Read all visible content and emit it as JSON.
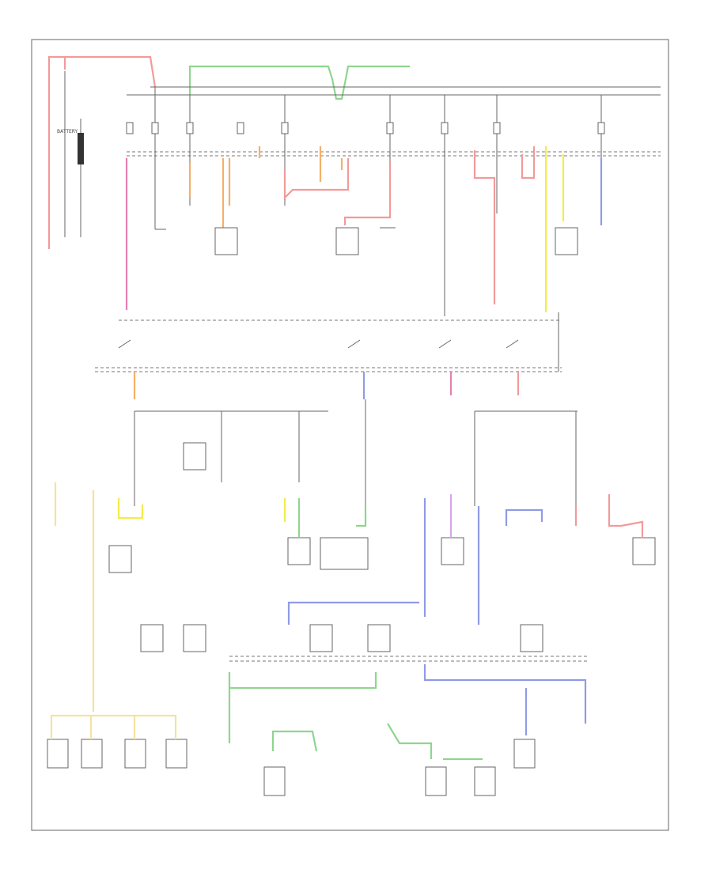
{
  "diagram": {
    "labels": {
      "battery": "BATTERY",
      "bottom_code": ""
    },
    "wire_colors": {
      "red": "#f29a9a",
      "green": "#8ed68e",
      "orange": "#f5b06a",
      "yellow": "#f2ec4a",
      "light_yellow": "#f3e3a0",
      "blue": "#8f9be6",
      "pink": "#e87fb3",
      "violet": "#d8a4e8"
    },
    "components": [
      "top-fuse-1",
      "top-fuse-2",
      "top-fuse-3",
      "top-fuse-4",
      "top-fuse-5",
      "top-fuse-6",
      "top-fuse-7",
      "top-fuse-8",
      "top-fuse-9",
      "module-a",
      "module-b",
      "module-c",
      "module-d",
      "module-e",
      "mid-module-a",
      "mid-module-b",
      "mid-module-c",
      "mid-module-d",
      "mid-module-e",
      "mid-module-f",
      "bottom-module-a",
      "bottom-module-b",
      "bottom-module-c",
      "bottom-module-d",
      "bottom-module-e",
      "bottom-module-f",
      "bottom-module-g",
      "bottom-module-h",
      "bottom-module-i",
      "bottom-module-j"
    ]
  }
}
